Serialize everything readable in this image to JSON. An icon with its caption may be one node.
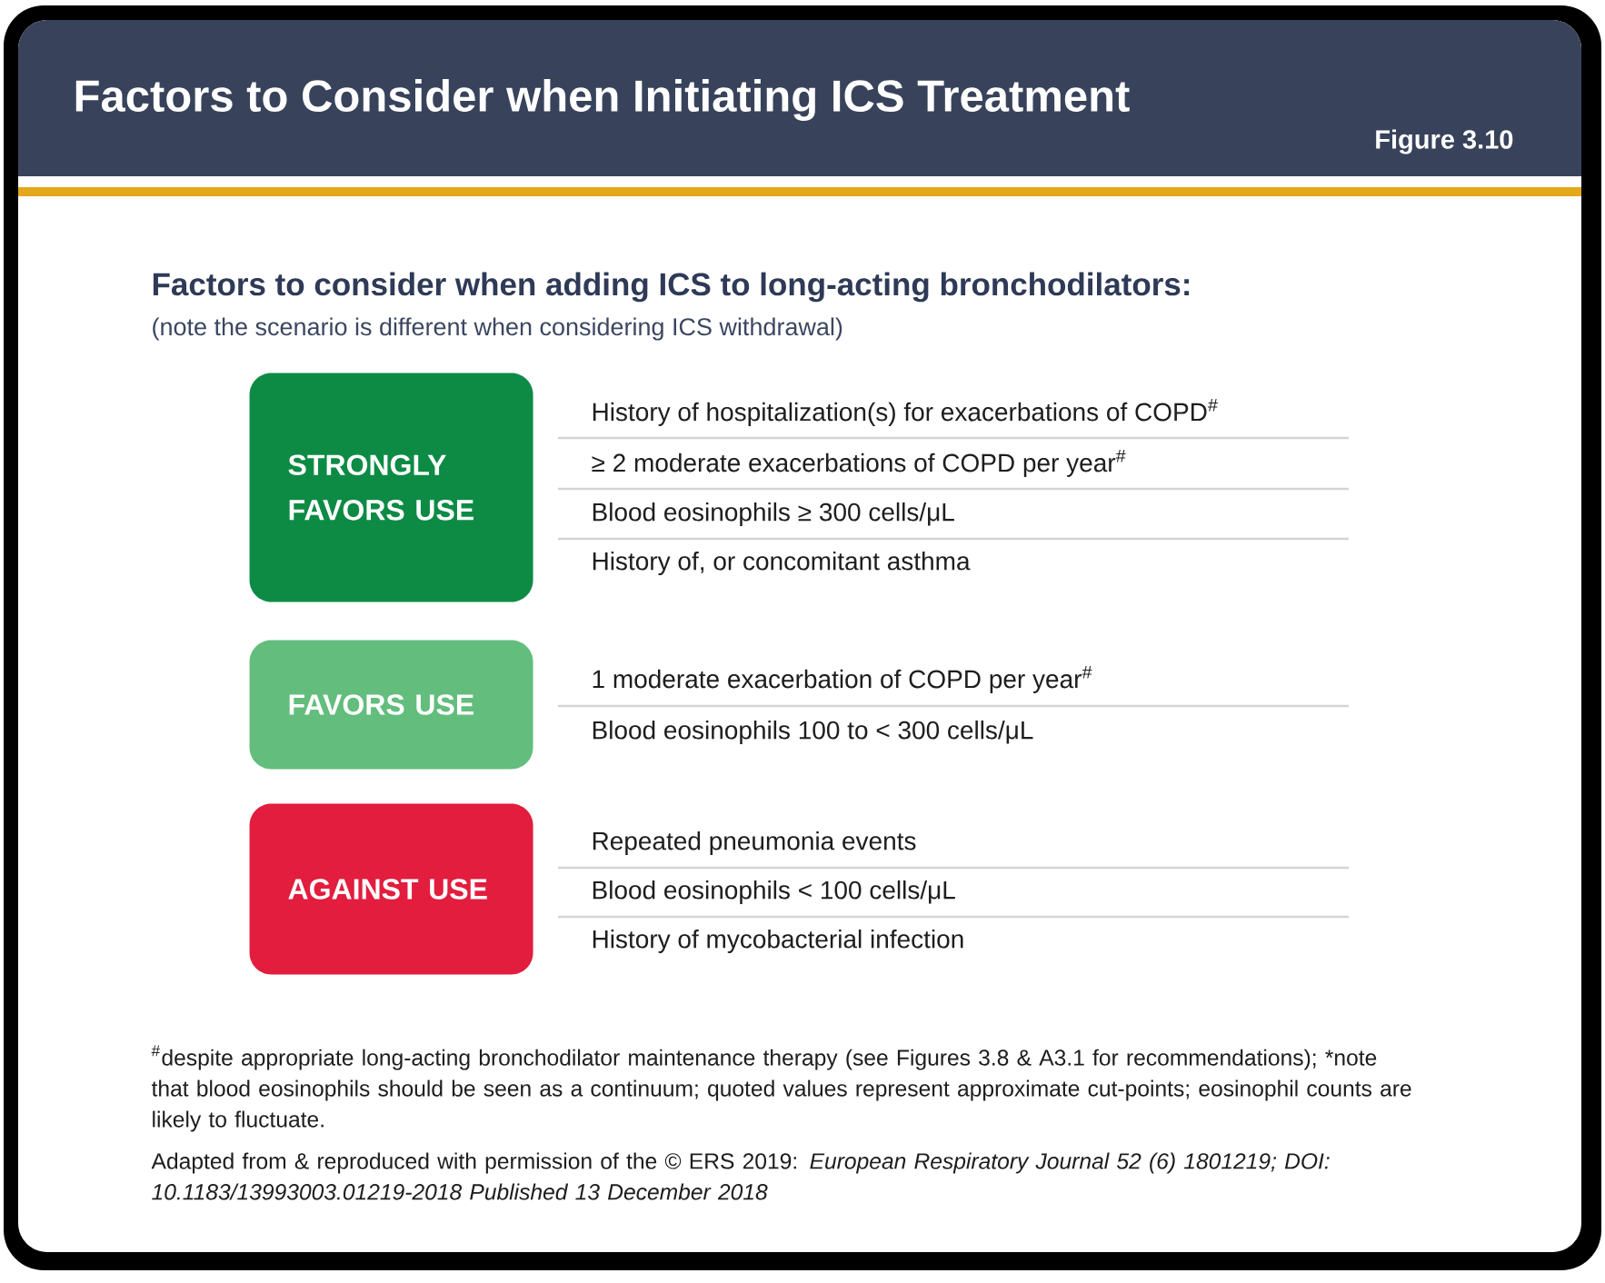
{
  "diagram": {
    "title": "Factors to Consider when Initiating ICS Treatment",
    "nodes": [
      {
        "text": [
          "STRONGLY FAVORS USE"
        ],
        "beside": [
          "History of hospitalization(s) for exacerbations of COPD$^{#}$",
          "≥ 2 moderate exacerbations of COPD per year$^{#}$",
          "Blood eosinophils ≥ 300 cells/μL",
          "History of, or concomitant asthma"
        ]
      },
      {
        "text": [
          "FAVORS USE"
        ],
        "beside": [
          "1 moderate exacerbation of COPD per year$^{#}$",
          "Blood eosinophils 100 to < 300 cells/μL"
        ]
      },
      {
        "text": [
          "AGAINST USE"
        ],
        "beside": [
          "Repeated pneumonia events",
          "Blood eosinophils < 100 cells/μL",
          "History of mycobacterial infection"
        ]
      }
    ],
    "labels": [
      "Figure 3.10",
      "Factors to consider when adding ICS to long-acting bronchodilators:",
      "(note the scenario is different when considering ICS withdrawal)",
      "$^{#}$despite appropriate long-acting bronchodilator maintenance therapy (see Figures 3.8 & A3.1 for recommendations); *note that blood eosinophils should be seen as a continuum; quoted values represent approximate cut-points; eosinophil counts are likely to fluctuate.",
      "Adapted from & reproduced with permission of the © ERS 2019: *European Respiratory Journal 52 (6) 1801219; DOI: 10.1183/13993003.01219-2018 Published 13 December 2018*"
    ]
  }
}
